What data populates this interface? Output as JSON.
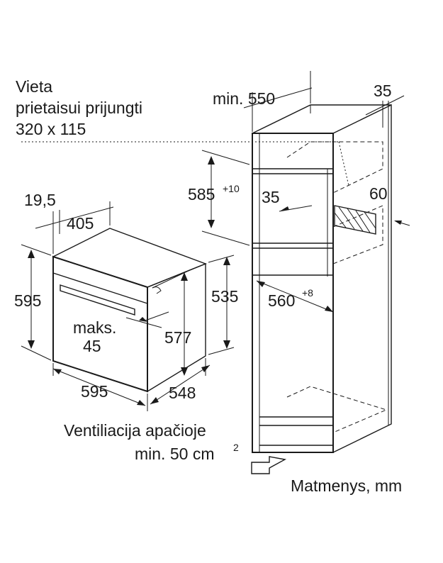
{
  "connection_note": {
    "line1": "Vieta",
    "line2": "prietaisui prijungti",
    "line3": "320 x 115"
  },
  "ventilation_note": {
    "line1": "Ventiliacija apačioje",
    "line2_prefix": "min. 50 cm",
    "line2_sup": "2"
  },
  "units_note": "Matmenys, mm",
  "oven_dims": {
    "depth_front": "19,5",
    "depth_body": "405",
    "height_total": "595",
    "height_body": "535",
    "max_label_1": "maks.",
    "max_label_2": "45",
    "height_inner": "577",
    "width": "595",
    "depth_total": "548"
  },
  "cabinet_dims": {
    "min_depth": "min. 550",
    "back_gap": "35",
    "niche_height": "585",
    "niche_height_tol": "+10",
    "shelf_gap": "35",
    "side_gap": "60",
    "niche_width": "560",
    "niche_width_tol": "+8"
  }
}
